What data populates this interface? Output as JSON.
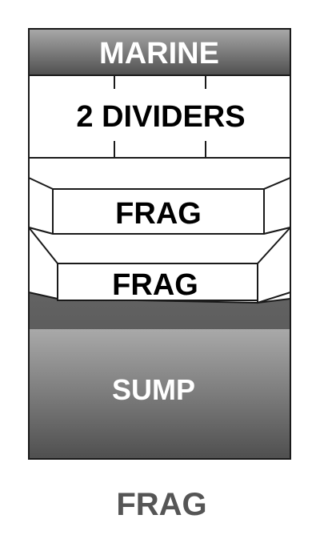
{
  "sections": {
    "marine": {
      "label": "MARINE"
    },
    "dividers": {
      "label": "2 DIVIDERS"
    },
    "frag_upper": {
      "label": "FRAG"
    },
    "frag_lower": {
      "label": "FRAG"
    },
    "sump": {
      "label": "SUMP"
    }
  },
  "caption": {
    "label": "FRAG"
  },
  "colors": {
    "gradient_light": "#a9a9a9",
    "gradient_dark": "#4f4f4f",
    "outline": "#1a1a1a",
    "panel_fill": "#ffffff",
    "header_text": "#ffffff",
    "panel_text": "#000000",
    "caption_text": "#555555"
  }
}
